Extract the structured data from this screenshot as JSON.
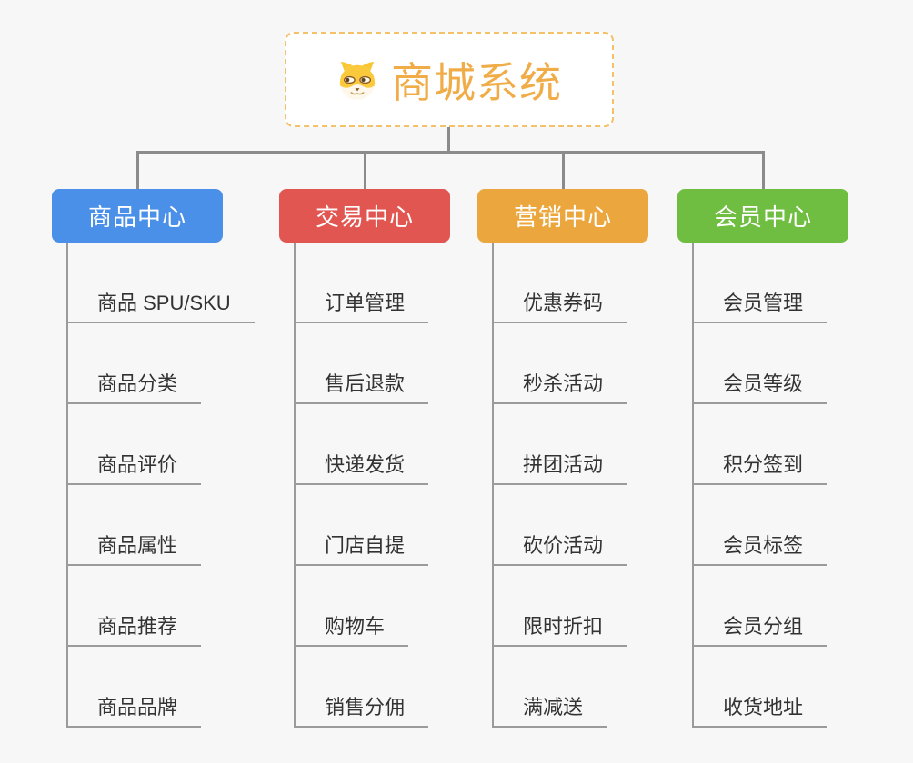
{
  "root": {
    "title": "商城系统",
    "icon": "doge-icon"
  },
  "branches": [
    {
      "label": "商品中心",
      "color": "#4A90E8",
      "items": [
        "商品 SPU/SKU",
        "商品分类",
        "商品评价",
        "商品属性",
        "商品推荐",
        "商品品牌"
      ]
    },
    {
      "label": "交易中心",
      "color": "#E25651",
      "items": [
        "订单管理",
        "售后退款",
        "快递发货",
        "门店自提",
        "购物车",
        "销售分佣"
      ]
    },
    {
      "label": "营销中心",
      "color": "#EBA73D",
      "items": [
        "优惠券码",
        "秒杀活动",
        "拼团活动",
        "砍价活动",
        "限时折扣",
        "满减送"
      ]
    },
    {
      "label": "会员中心",
      "color": "#6FBE42",
      "items": [
        "会员管理",
        "会员等级",
        "积分签到",
        "会员标签",
        "会员分组",
        "收货地址"
      ]
    }
  ],
  "style": {
    "background": "#F7F7F7",
    "root_text_color": "#F0AC47",
    "root_border_color": "#F4C169",
    "connector_color": "#8B8B8B",
    "leaf_line_color": "#9B9B9B",
    "leaf_text_color": "#333333"
  }
}
